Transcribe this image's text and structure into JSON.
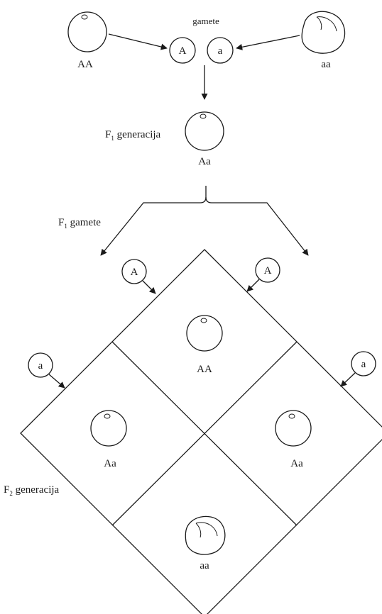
{
  "parents": {
    "left_label": "AA",
    "right_label": "aa",
    "gametes_label": "gamete",
    "gamete_left": "A",
    "gamete_right": "a"
  },
  "f1": {
    "label_prefix": "F",
    "label_sub": "1",
    "label_suffix": " generacija",
    "genotype": "Aa"
  },
  "f1_gametes": {
    "label_prefix": "F",
    "label_sub": "1",
    "label_suffix": " gamete",
    "top_left": "A",
    "top_right": "A",
    "side_left": "a",
    "side_right": "a"
  },
  "f2": {
    "label_prefix": "F",
    "label_sub": "2",
    "label_suffix": " generacija",
    "cell_top": "AA",
    "cell_left": "Aa",
    "cell_right": "Aa",
    "cell_bottom": "aa"
  },
  "seed_types": {
    "round": "round-seed-icon",
    "wrinkled": "wrinkled-seed-icon"
  }
}
